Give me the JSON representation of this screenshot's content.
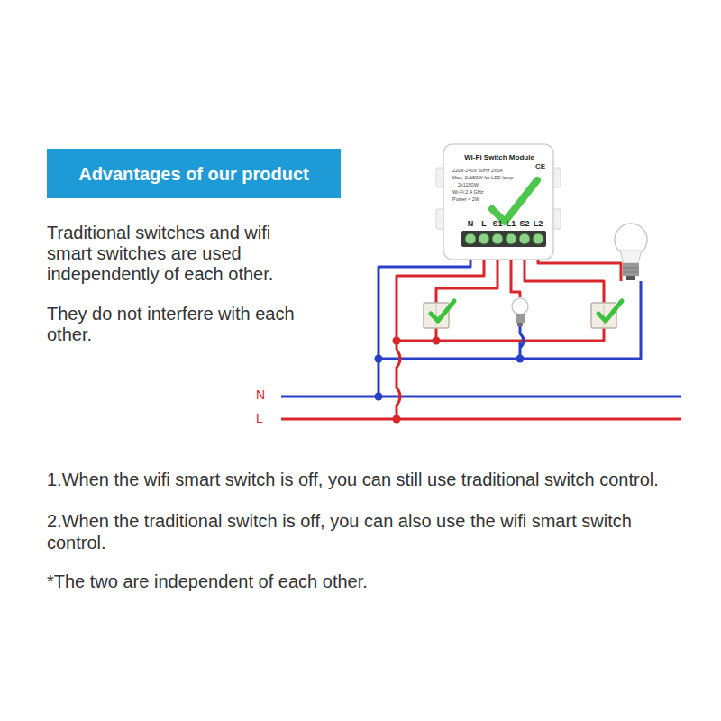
{
  "diagram": {
    "nodes": [
      {
        "text": [
          "Advantages of our product"
        ]
      },
      {
        "text": [
          "Wi-Fi Switch Module",
          "220V-240V 50Hz 2x5A",
          "Max. 2x150W for LED lamp",
          "2x1150W",
          "Wi-Fi:2.4 GHz",
          "Power < 2W"
        ]
      }
    ],
    "labels": [
      "Traditional switches and wifi smart switches are used independently of each other.",
      "They do not interfere with each other.",
      "N",
      "L",
      "N",
      "L",
      "S1",
      "L1",
      "S2",
      "L2",
      "CE",
      "1.When the wifi smart switch is off, you can still use traditional switch control.",
      "2.When the traditional switch is off, you can also use the wifi smart switch control.",
      "*The two are independent of each other."
    ]
  }
}
